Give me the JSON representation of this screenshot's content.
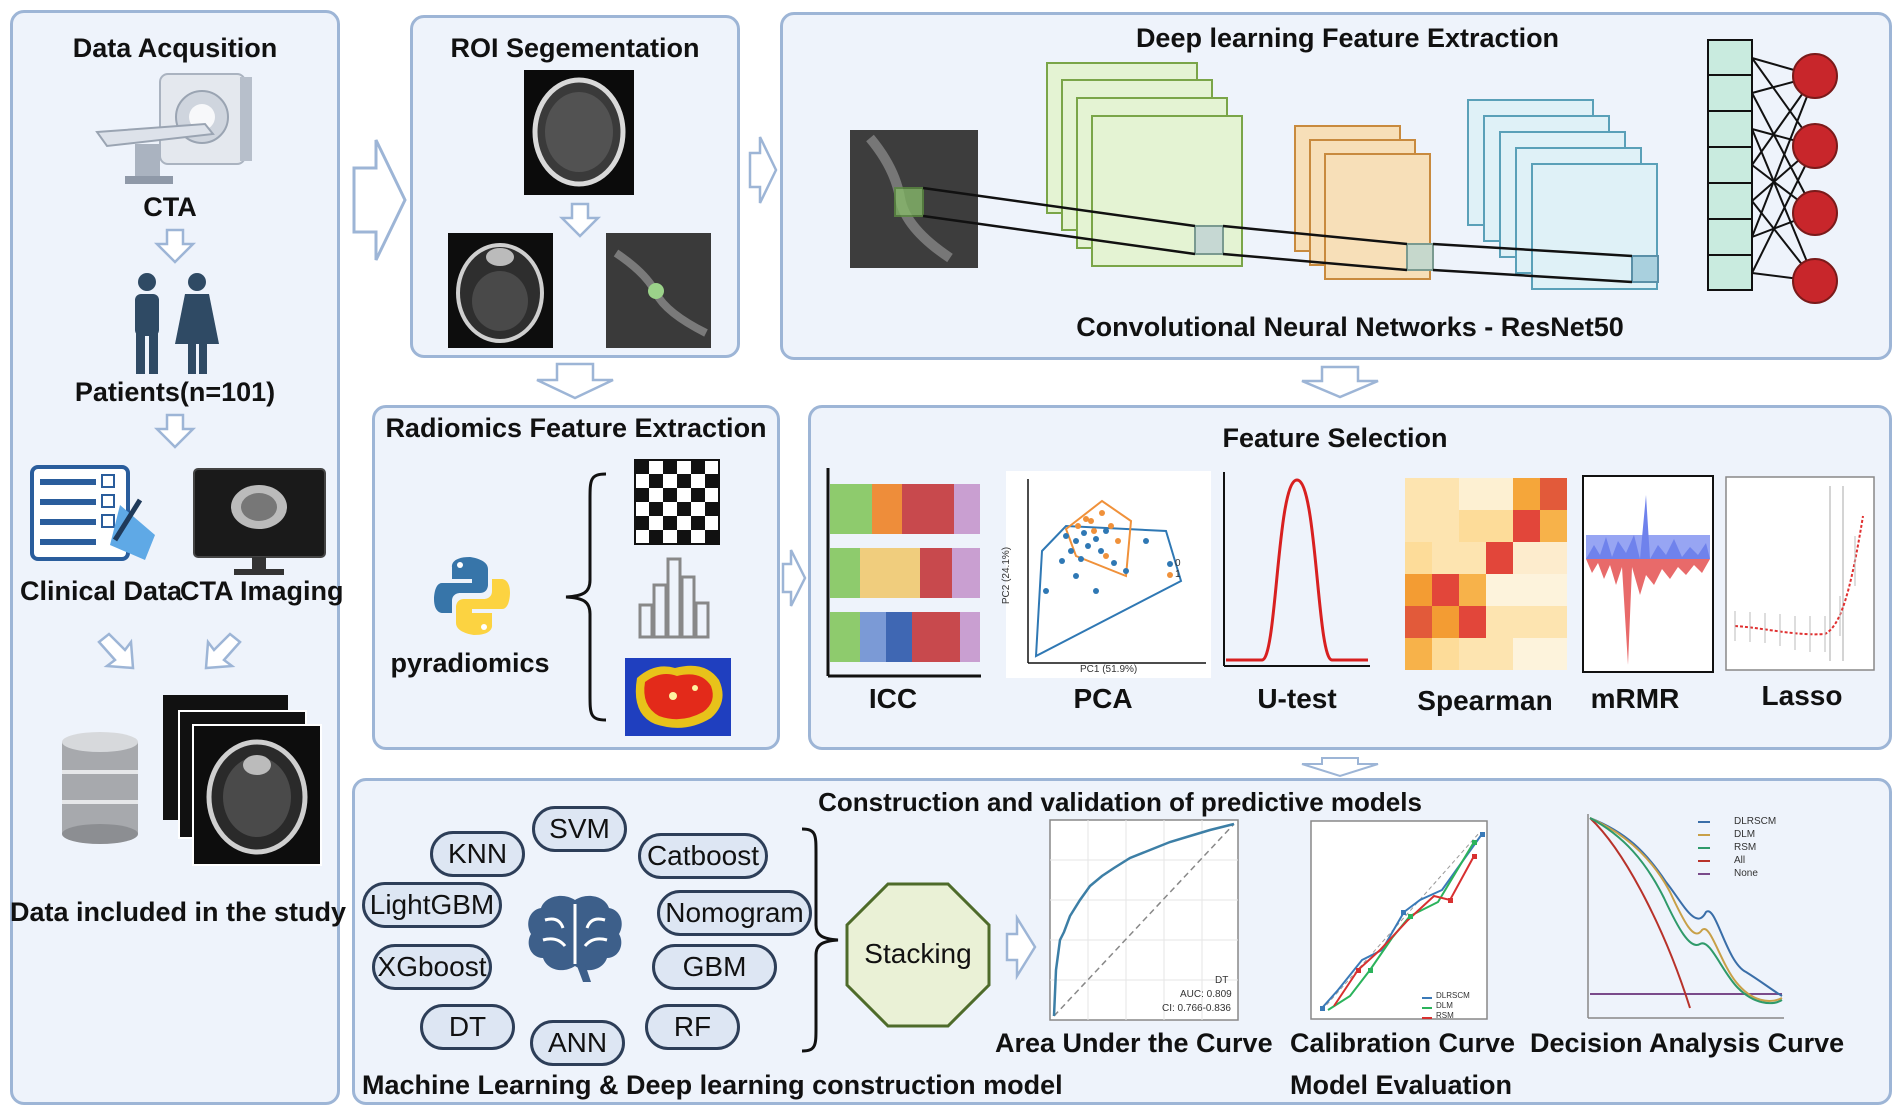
{
  "panels": {
    "data_acquisition": {
      "title": "Data Acqusition",
      "cta": "CTA",
      "patients": "Patients(n=101)",
      "clinical_data": "Clinical Data",
      "cta_imaging": "CTA Imaging",
      "data_included": "Data included in the study"
    },
    "roi": {
      "title": "ROI Segementation"
    },
    "deep_learning": {
      "title": "Deep learning Feature Extraction",
      "subtitle": "Convolutional Neural Networks - ResNet50"
    },
    "radiomics": {
      "title": "Radiomics Feature Extraction",
      "tool": "pyradiomics"
    },
    "feature_selection": {
      "title": "Feature Selection",
      "methods": [
        "ICC",
        "PCA",
        "U-test",
        "Spearman",
        "mRMR",
        "Lasso"
      ],
      "pca": {
        "xlabel": "PC1 (51.9%)",
        "ylabel": "PC2 (24.1%)",
        "legend": [
          "0",
          "1"
        ]
      }
    },
    "models": {
      "title": "Construction and validation of predictive models",
      "classifiers": [
        "KNN",
        "SVM",
        "Catboost",
        "LightGBM",
        "Nomogram",
        "XGboost",
        "GBM",
        "DT",
        "ANN",
        "RF"
      ],
      "stacking": "Stacking",
      "ml_caption": "Machine Learning & Deep learning construction model",
      "auc": {
        "caption": "Area Under the Curve",
        "model": "DT",
        "auc": "AUC: 0.809",
        "ci": "CI: 0.766-0.836"
      },
      "calibration": {
        "caption": "Calibration Curve",
        "legend": [
          "DLRSCM",
          "DLM",
          "RSM"
        ]
      },
      "dca": {
        "caption": "Decision Analysis Curve",
        "legend": [
          "DLRSCM",
          "DLM",
          "RSM",
          "All",
          "None"
        ]
      },
      "evaluation_caption": "Model Evaluation"
    }
  },
  "colors": {
    "panel_bg": "#eef3fb",
    "panel_border": "#9db5d6",
    "arrow": "#9db5d6",
    "node": "#c8262b",
    "pill_bg": "#dde6f3"
  }
}
